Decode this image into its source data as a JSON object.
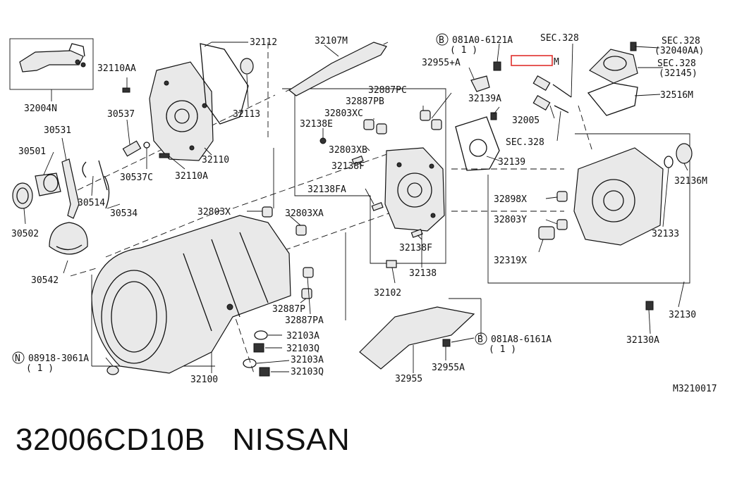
{
  "caption": {
    "part_number": "32006CD10B",
    "brand": "NISSAN"
  },
  "diagram": {
    "drawing_id": "M3210017",
    "highlight_color": "#e0302c",
    "labels": {
      "l32004N": "32004N",
      "l32110AA": "32110AA",
      "l32112": "32112",
      "l32107M": "32107M",
      "lB081A0": "081A0-6121A",
      "lB081A0q": "( 1 )",
      "lSEC328a": "SEC.328",
      "lSEC328b": "SEC.328",
      "lSEC328b2": "(32040AA)",
      "lSEC328c": "SEC.328",
      "lSEC328c2": "(32145)",
      "l32955A_plus": "32955+A",
      "l32006M_suffix": "M",
      "l32887PC": "32887PC",
      "l32887PB": "32887PB",
      "l32803XC": "32803XC",
      "l32138E": "32138E",
      "l32803XB": "32803XB",
      "l32138F": "32138F",
      "l32138FA": "32138FA",
      "l32138F2": "32138F",
      "l32138": "32138",
      "l32102": "32102",
      "l32139A": "32139A",
      "l32005": "32005",
      "lSEC328d": "SEC.328",
      "l32139": "32139",
      "l32516M": "32516M",
      "l32136M": "32136M",
      "l32898X": "32898X",
      "l32803Y": "32803Y",
      "l32319X": "32319X",
      "l32133": "32133",
      "l32130": "32130",
      "l32130A": "32130A",
      "l30537": "30537",
      "l30531": "30531",
      "l30501": "30501",
      "l30514": "30514",
      "l30537C": "30537C",
      "l32110A": "32110A",
      "l32110": "32110",
      "l32113": "32113",
      "l30534": "30534",
      "l30502": "30502",
      "l30542": "30542",
      "l32803X": "32803X",
      "l32803XA": "32803XA",
      "l32887P": "32887P",
      "l32887PA": "32887PA",
      "l32103A": "32103A",
      "l32103Q": "32103Q",
      "l32103A2": "32103A",
      "l32103Q2": "32103Q",
      "lN08918": "08918-3061A",
      "lN08918q": "( 1 )",
      "l32100": "32100",
      "l32955": "32955",
      "l32955A": "32955A",
      "lB081A8": "081A8-6161A",
      "lB081A8q": "( 1 )",
      "markB1": "B",
      "markB2": "B",
      "markN": "N"
    }
  }
}
